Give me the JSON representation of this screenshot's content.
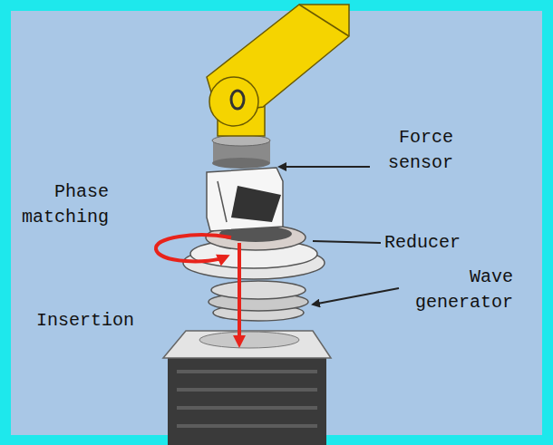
{
  "diagram": {
    "labels": [
      "Force sensor",
      "Phase matching",
      "Reducer",
      "Insertion",
      "Wave generator"
    ]
  }
}
